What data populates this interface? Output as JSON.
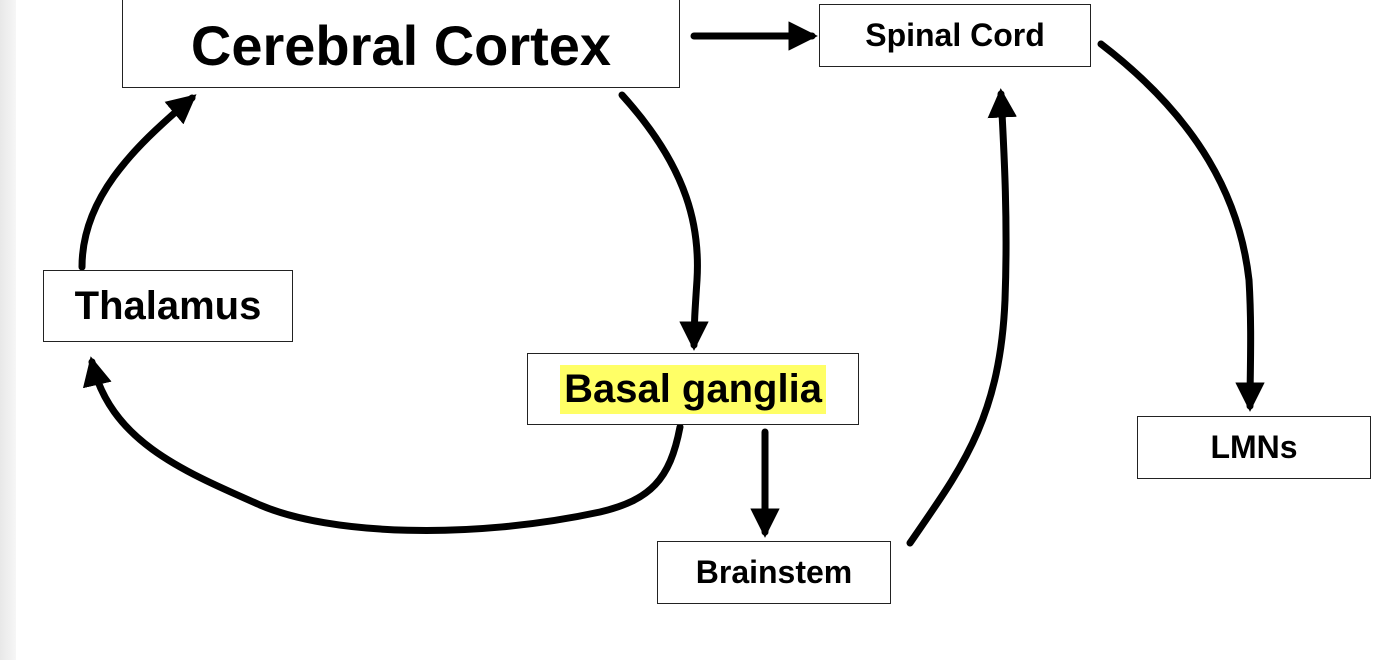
{
  "diagram": {
    "nodes": {
      "cerebral_cortex": "Cerebral Cortex",
      "spinal_cord": "Spinal Cord",
      "thalamus": "Thalamus",
      "basal_ganglia": "Basal ganglia",
      "lmns": "LMNs",
      "brainstem": "Brainstem"
    },
    "highlight_color": "#ffff66",
    "edges": [
      {
        "from": "Cerebral Cortex",
        "to": "Spinal Cord"
      },
      {
        "from": "Cerebral Cortex",
        "to": "Basal ganglia"
      },
      {
        "from": "Basal ganglia",
        "to": "Thalamus"
      },
      {
        "from": "Thalamus",
        "to": "Cerebral Cortex"
      },
      {
        "from": "Basal ganglia",
        "to": "Brainstem"
      },
      {
        "from": "Brainstem",
        "to": "Spinal Cord"
      },
      {
        "from": "Spinal Cord",
        "to": "LMNs"
      }
    ]
  }
}
